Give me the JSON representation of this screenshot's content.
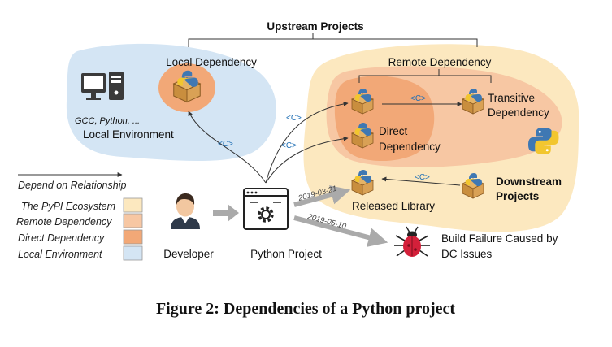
{
  "labels": {
    "upstream_projects": "Upstream Projects",
    "local_dependency": "Local Dependency",
    "remote_dependency": "Remote Dependency",
    "local_environment": "Local Environment",
    "local_env_tools": "GCC, Python, ...",
    "transitive_dependency_line1": "Transitive",
    "transitive_dependency_line2": "Dependency",
    "direct_dependency_line1": "Direct",
    "direct_dependency_line2": "Dependency",
    "downstream_projects_line1": "Downstream",
    "downstream_projects_line2": "Projects",
    "released_library": "Released Library",
    "developer": "Developer",
    "python_project": "Python Project",
    "build_failure_line1": "Build Failure Caused by",
    "build_failure_line2": "DC Issues"
  },
  "edge_labels": {
    "c": "<C>",
    "date_release": "2019-03-21",
    "date_failure": "2019-05-10"
  },
  "legend": {
    "relationship": "Depend on Relationship",
    "items": [
      {
        "label": "The PyPI Ecosystem",
        "color": "#fce8bf"
      },
      {
        "label": "Remote Dependency",
        "color": "#f7c7a3"
      },
      {
        "label": "Direct Dependency",
        "color": "#f2a877"
      },
      {
        "label": "Local Environment",
        "color": "#d4e5f4"
      }
    ]
  },
  "caption": "Figure 2: Dependencies of a Python project",
  "colors": {
    "pypi_ecosystem": "#fce8bf",
    "remote_dependency": "#f7c7a3",
    "direct_dependency": "#f2a877",
    "local_environment": "#d4e5f4",
    "edge_label_blue": "#1f6fb5"
  },
  "icons": [
    "computer-icon",
    "package-icon",
    "python-logo-icon",
    "developer-icon",
    "python-project-icon",
    "bug-icon"
  ]
}
